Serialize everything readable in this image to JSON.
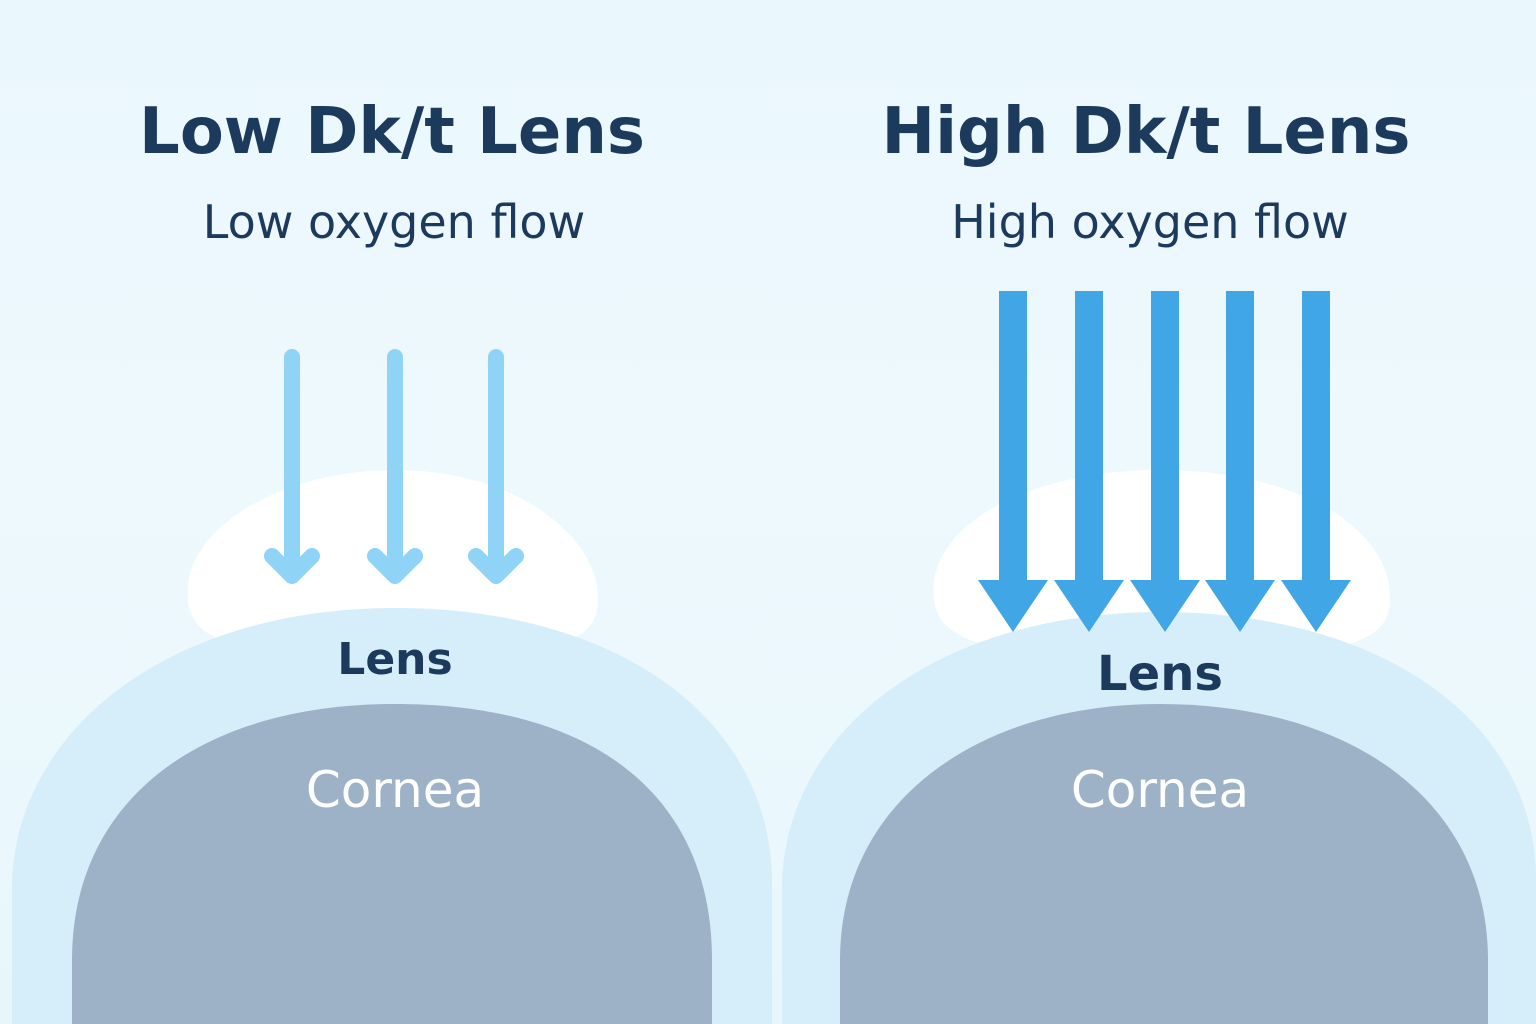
{
  "panels": {
    "low": {
      "title": "Low Dk/t Lens",
      "subtitle": "Low oxygen flow",
      "lens_label": "Lens",
      "cornea_label": "Cornea",
      "arrow_count": 3,
      "arrow_color": "#8fd3f7"
    },
    "high": {
      "title": "High Dk/t Lens",
      "subtitle": "High oxygen flow",
      "lens_label": "Lens",
      "cornea_label": "Cornea",
      "arrow_count": 5,
      "arrow_color": "#41a6e6"
    }
  },
  "colors": {
    "background": "#eaf7fd",
    "tear_film": "#ffffff",
    "lens_layer": "#d6eefa",
    "cornea": "#9db2c7",
    "text_dark": "#1c3a5c",
    "text_light": "#ffffff"
  }
}
